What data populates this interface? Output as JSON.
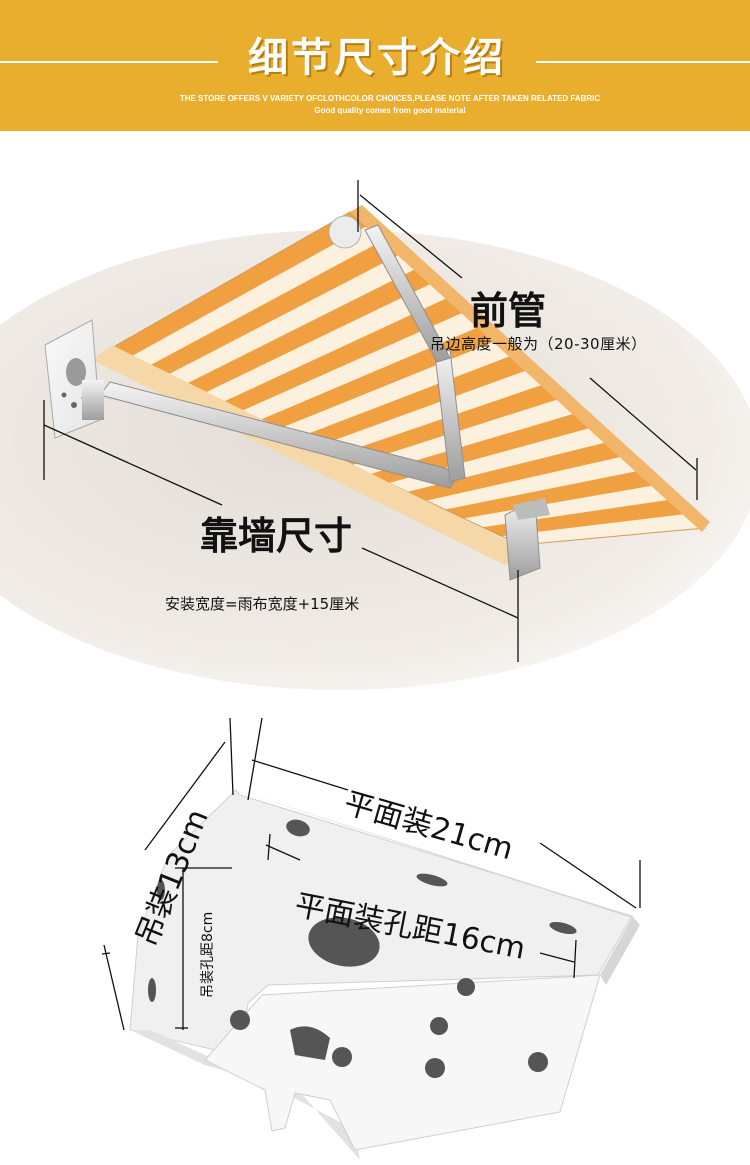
{
  "banner": {
    "title": "细节尺寸介绍",
    "subtitle_line1": "THE STORE OFFERS V VARIETY OFCLOTHCOLOR CHOICES,PLEASE NOTE AFTER TAKEN RELATED FABRIC",
    "subtitle_line2": "Good quality comes from good material",
    "color": "#e9ae2e"
  },
  "awning_diagram": {
    "front_pipe_label": "前管",
    "front_pipe_note": "吊边高度一般为（20-30厘米）",
    "wall_size_label": "靠墙尺寸",
    "install_width_note": "安装宽度=雨布宽度+15厘米",
    "stripe_colors": [
      "#f0a040",
      "#fbf1de"
    ]
  },
  "bracket_diagram": {
    "flat_mount_label": "平面装21cm",
    "flat_hole_spacing_label": "平面装孔距16cm",
    "hang_mount_label": "吊装13cm",
    "hang_hole_spacing_label": "吊装孔距8cm"
  }
}
